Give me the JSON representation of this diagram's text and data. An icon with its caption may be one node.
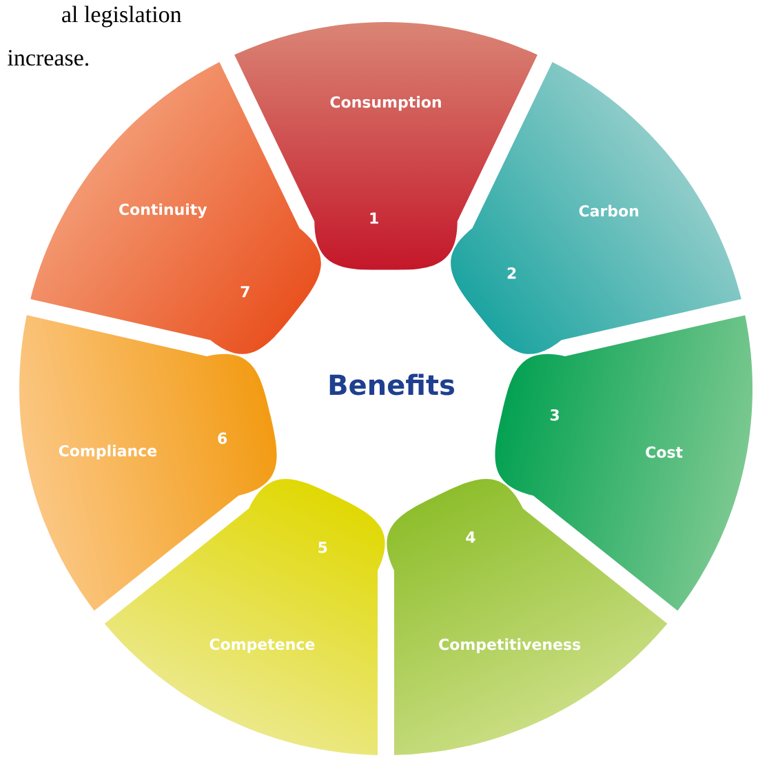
{
  "diagram": {
    "title": "Benefits",
    "nodes": [
      {
        "text": [
          "Consumption",
          "1"
        ]
      },
      {
        "text": [
          "Carbon",
          "2"
        ]
      },
      {
        "text": [
          "3",
          "Cost"
        ]
      },
      {
        "text": [
          "4",
          "Competitiveness"
        ]
      },
      {
        "text": [
          "5",
          "Competence"
        ]
      },
      {
        "text": [
          "6",
          "Compliance"
        ]
      },
      {
        "text": [
          "Continuity",
          "7"
        ]
      }
    ],
    "labels": [
      "al legislation",
      "increase."
    ]
  }
}
